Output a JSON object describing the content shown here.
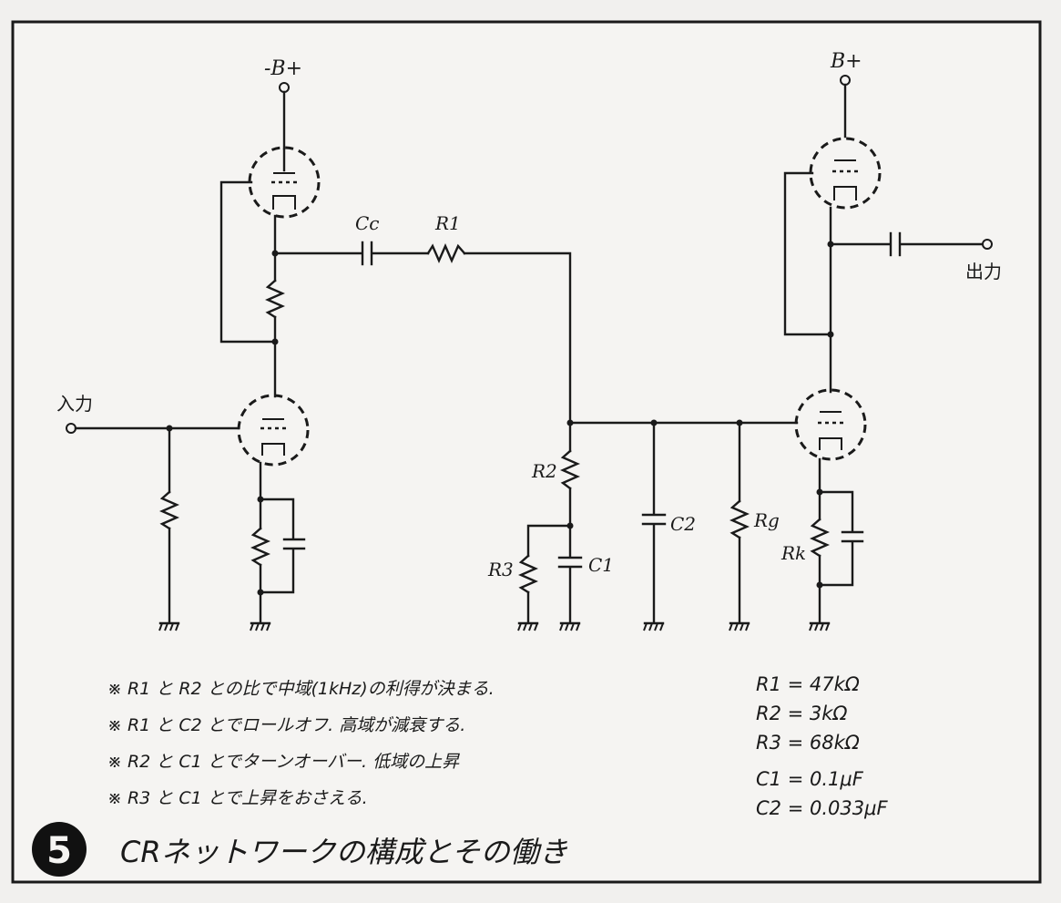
{
  "supply_label_left": "-B+",
  "supply_label_right": "B+",
  "input_label": "入力",
  "output_label": "出力",
  "component_labels": {
    "cc": "Cc",
    "r1": "R1",
    "r2": "R2",
    "r3": "R3",
    "c1": "C1",
    "c2": "C2",
    "rg": "Rg",
    "rk": "Rk"
  },
  "notes": [
    "※  R1 と R2 との比で中域(1kHz)の利得が決まる.",
    "※  R1 と C2 とでロールオフ. 高域が減衰する.",
    "※  R2 と C1 とでターンオーバー. 低域の上昇",
    "※  R3 と C1 とで上昇をおさえる."
  ],
  "values": [
    "R1  =  47kΩ",
    "R2  =  3kΩ",
    "R3  =  68kΩ",
    "C1  =  0.1μF",
    "C2  =  0.033μF"
  ],
  "figure_number": "5",
  "caption": "CRネットワークの構成とその働き"
}
